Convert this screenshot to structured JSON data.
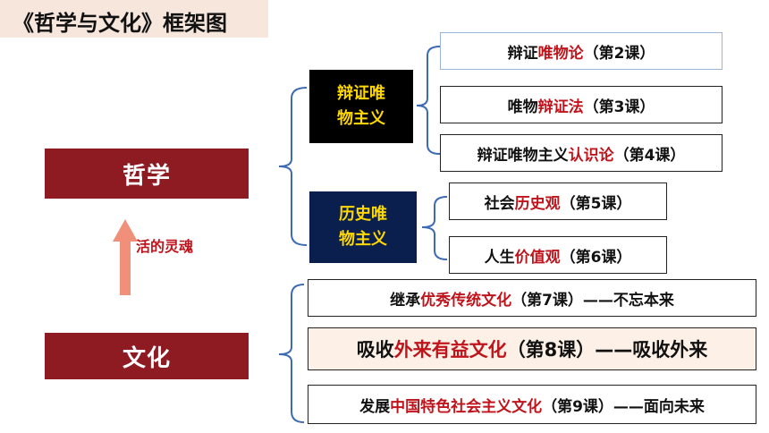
{
  "title": "《哲学与文化》框架图",
  "main": {
    "philosophy": "哲学",
    "culture": "文化",
    "arrow_label": "活的灵魂"
  },
  "mid": {
    "dialectical": {
      "line1": "辩证唯",
      "line2": "物主义"
    },
    "historical": {
      "line1": "历史唯",
      "line2": "物主义"
    }
  },
  "leaves": {
    "l2": {
      "pre": "辩证",
      "red": "唯物论",
      "post": "（第2课）"
    },
    "l3": {
      "pre": "唯物",
      "red": "辩证法",
      "post": "（第3课）"
    },
    "l4": {
      "pre": "辩证唯物主义",
      "red": "认识论",
      "post": "（第4课）"
    },
    "l5": {
      "pre": "社会",
      "red": "历史观",
      "post": "（第5课）"
    },
    "l6": {
      "pre": "人生",
      "red": "价值观",
      "post": "（第6课）"
    },
    "l7": {
      "pre": "继承",
      "red": "优秀传统文化",
      "post": "（第7课）——不忘本来"
    },
    "l8": {
      "pre": "吸收",
      "red": "外来有益文化",
      "post": "（第8课）——吸收外来"
    },
    "l9": {
      "pre": "发展",
      "red": "中国特色社会主义文化",
      "post": "（第9课）——面向未来"
    }
  },
  "colors": {
    "main_box": "#8e1a22",
    "mid_box_text": "#ffd800",
    "bracket": "#3d6bb3",
    "arrow": "#f0907a",
    "highlight": "#c0141c"
  }
}
